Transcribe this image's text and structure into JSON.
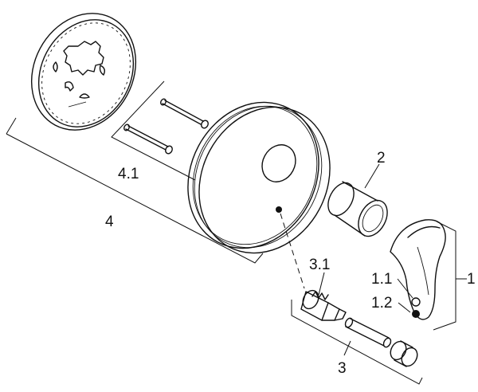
{
  "labels": {
    "part_1": "1",
    "part_1_1": "1.1",
    "part_1_2": "1.2",
    "part_2": "2",
    "part_3": "3",
    "part_3_1": "3.1",
    "part_4": "4",
    "part_4_1": "4.1"
  },
  "colors": {
    "line": "#111111",
    "background": "#ffffff"
  }
}
